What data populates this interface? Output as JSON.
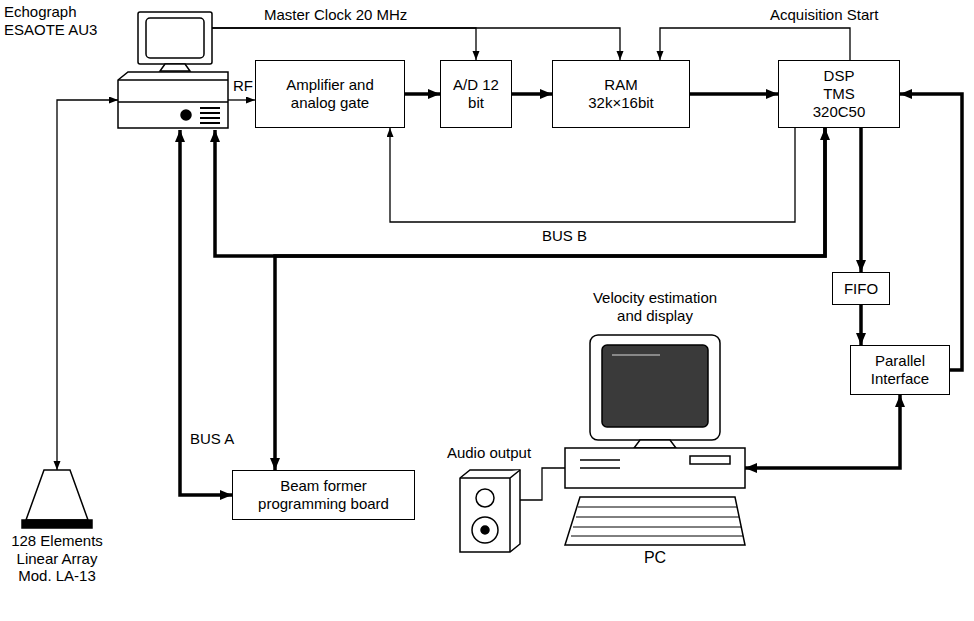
{
  "diagram": {
    "nodes": [
      {
        "text": [
          "Echograph ESAOTE AU3"
        ]
      },
      {
        "text": [
          "Amplifier and analog gate"
        ]
      },
      {
        "text": [
          "A/D 12 bit"
        ]
      },
      {
        "text": [
          "RAM 32k×16bit"
        ]
      },
      {
        "text": [
          "DSP TMS 320C50"
        ]
      },
      {
        "text": [
          "FIFO"
        ]
      },
      {
        "text": [
          "Parallel Interface"
        ]
      },
      {
        "text": [
          "Beam former programming board"
        ]
      },
      {
        "text": [
          "128 Elements Linear Array Mod. LA-13"
        ]
      },
      {
        "text": [
          "Velocity estimation and display",
          "PC"
        ]
      },
      {
        "text": [
          "Audio output"
        ]
      }
    ],
    "edges": [
      {
        "from": 0,
        "to": 1,
        "arrow": "to",
        "label": "RF"
      },
      {
        "from": 0,
        "to": 2,
        "arrow": "to",
        "label": "Master Clock 20 MHz"
      },
      {
        "from": 0,
        "to": 3,
        "arrow": "to"
      },
      {
        "from": 1,
        "to": 2,
        "arrow": "to"
      },
      {
        "from": 2,
        "to": 3,
        "arrow": "to"
      },
      {
        "from": 3,
        "to": 4,
        "arrow": "to"
      },
      {
        "from": 4,
        "to": 3,
        "arrow": "to",
        "label": "Acquisition Start"
      },
      {
        "from": 4,
        "to": 1,
        "arrow": "to",
        "label": "BUS B"
      },
      {
        "from": 0,
        "to": 4,
        "arrow": "both"
      },
      {
        "from": 4,
        "to": 7,
        "arrow": "to"
      },
      {
        "from": 0,
        "to": 7,
        "arrow": "both",
        "label": "BUS A"
      },
      {
        "from": 8,
        "to": 0,
        "arrow": "both"
      },
      {
        "from": 4,
        "to": 5,
        "arrow": "to"
      },
      {
        "from": 5,
        "to": 6,
        "arrow": "to"
      },
      {
        "from": 6,
        "to": 4,
        "arrow": "to"
      },
      {
        "from": 9,
        "to": 6,
        "arrow": "both"
      },
      {
        "from": 9,
        "to": 10,
        "arrow": "none"
      }
    ]
  }
}
